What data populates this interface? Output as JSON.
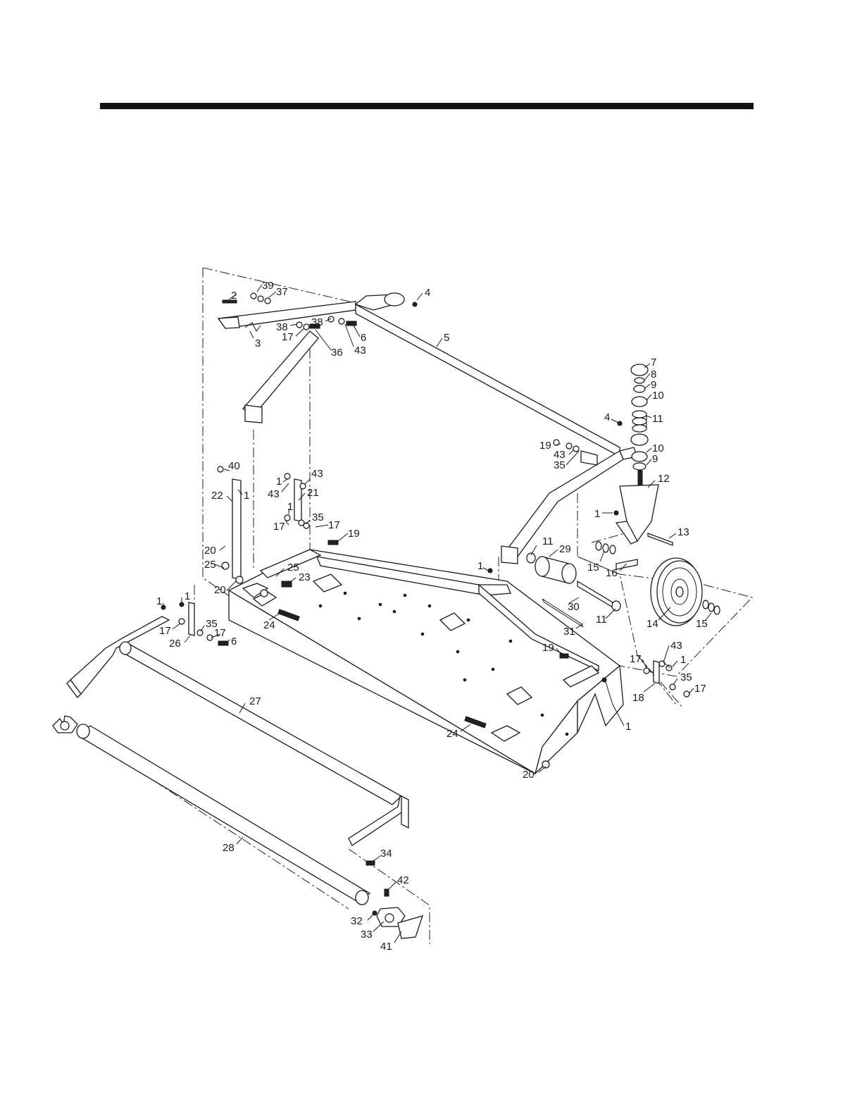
{
  "callouts": [
    {
      "label": "39"
    },
    {
      "label": "2"
    },
    {
      "label": "37"
    },
    {
      "label": "4"
    },
    {
      "label": "3"
    },
    {
      "label": "38"
    },
    {
      "label": "38"
    },
    {
      "label": "17"
    },
    {
      "label": "6"
    },
    {
      "label": "36"
    },
    {
      "label": "43"
    },
    {
      "label": "5"
    },
    {
      "label": "7"
    },
    {
      "label": "8"
    },
    {
      "label": "9"
    },
    {
      "label": "10"
    },
    {
      "label": "4"
    },
    {
      "label": "11"
    },
    {
      "label": "19"
    },
    {
      "label": "43"
    },
    {
      "label": "35"
    },
    {
      "label": "10"
    },
    {
      "label": "9"
    },
    {
      "label": "40"
    },
    {
      "label": "1"
    },
    {
      "label": "43"
    },
    {
      "label": "43"
    },
    {
      "label": "21"
    },
    {
      "label": "22"
    },
    {
      "label": "1"
    },
    {
      "label": "12"
    },
    {
      "label": "1"
    },
    {
      "label": "17"
    },
    {
      "label": "35"
    },
    {
      "label": "17"
    },
    {
      "label": "19"
    },
    {
      "label": "1"
    },
    {
      "label": "13"
    },
    {
      "label": "20"
    },
    {
      "label": "25"
    },
    {
      "label": "25"
    },
    {
      "label": "11"
    },
    {
      "label": "29"
    },
    {
      "label": "15"
    },
    {
      "label": "16"
    },
    {
      "label": "23"
    },
    {
      "label": "1"
    },
    {
      "label": "20"
    },
    {
      "label": "1"
    },
    {
      "label": "1"
    },
    {
      "label": "30"
    },
    {
      "label": "11"
    },
    {
      "label": "14"
    },
    {
      "label": "15"
    },
    {
      "label": "24"
    },
    {
      "label": "17"
    },
    {
      "label": "35"
    },
    {
      "label": "17"
    },
    {
      "label": "26"
    },
    {
      "label": "6"
    },
    {
      "label": "31"
    },
    {
      "label": "19"
    },
    {
      "label": "43"
    },
    {
      "label": "17"
    },
    {
      "label": "1"
    },
    {
      "label": "35"
    },
    {
      "label": "17"
    },
    {
      "label": "18"
    },
    {
      "label": "27"
    },
    {
      "label": "1"
    },
    {
      "label": "24"
    },
    {
      "label": "20"
    },
    {
      "label": "28"
    },
    {
      "label": "34"
    },
    {
      "label": "42"
    },
    {
      "label": "32"
    },
    {
      "label": "33"
    },
    {
      "label": "41"
    }
  ]
}
